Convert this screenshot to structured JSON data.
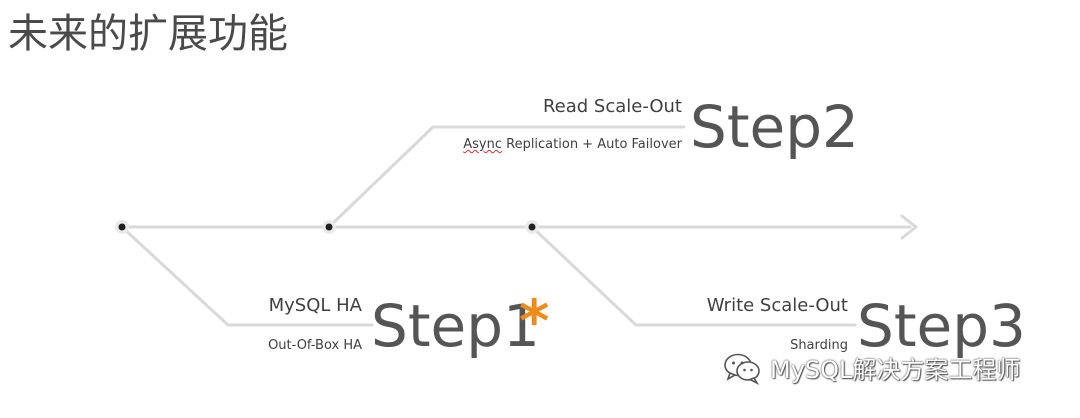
{
  "title": "未来的扩展功能",
  "colors": {
    "line": "#d9d9d9",
    "node_fill": "#222222",
    "node_ring": "#d0d0d0",
    "step_text": "#555555",
    "star": "#f08a1c"
  },
  "steps": [
    {
      "main": "MySQL HA",
      "sub": "Out-Of-Box HA",
      "step": "Step1",
      "star": "*"
    },
    {
      "main": "Read Scale-Out",
      "sub_pre": "",
      "sub_spell": "Async",
      "sub_post": " Replication + Auto Failover",
      "step": "Step2"
    },
    {
      "main": "Write Scale-Out",
      "sub": "Sharding",
      "step": "Step3"
    }
  ],
  "watermark": {
    "text": "MySQL解决方案工程师",
    "icon": "wechat-icon"
  }
}
